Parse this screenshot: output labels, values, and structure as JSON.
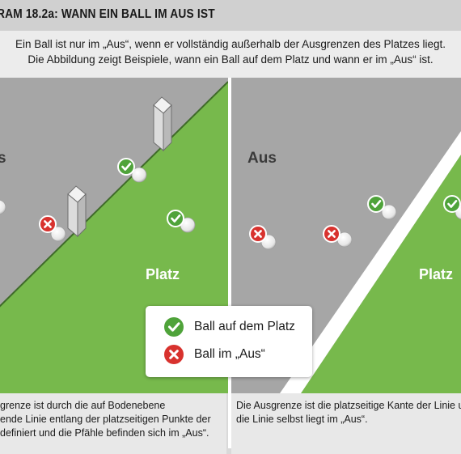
{
  "header": {
    "title": "RAM 18.2a:  WANN EIN BALL IM AUS IST"
  },
  "intro": {
    "line1": "Ein Ball ist nur im „Aus“, wenn er vollständig außerhalb der Ausgrenzen des Platzes liegt.",
    "line2": "Die Abbildung zeigt Beispiele, wann ein Ball auf dem Platz und wann er im „Aus“ ist."
  },
  "left_panel": {
    "out_label": "s",
    "platz_label": "Platz"
  },
  "right_panel": {
    "out_label": "Aus",
    "platz_label": "Platz"
  },
  "legend": {
    "in_label": "Ball auf dem Platz",
    "out_label": "Ball im „Aus“"
  },
  "captions": {
    "left": [
      "grenze ist durch die auf Bodenebene",
      "ende Linie entlang der platzseitigen Punkte der",
      "definiert und die Pfähle befinden sich im „Aus“."
    ],
    "right": [
      "Die Ausgrenze ist die platzseitige Kante der Linie u",
      "die Linie selbst liegt im „Aus“."
    ]
  },
  "colors": {
    "grass": "#77b94c",
    "out_area": "#a6a6a6",
    "boundary_line": "#ffffff",
    "check": "#4fa33a",
    "cross": "#d8322e",
    "ball": "#f5f5f5"
  }
}
